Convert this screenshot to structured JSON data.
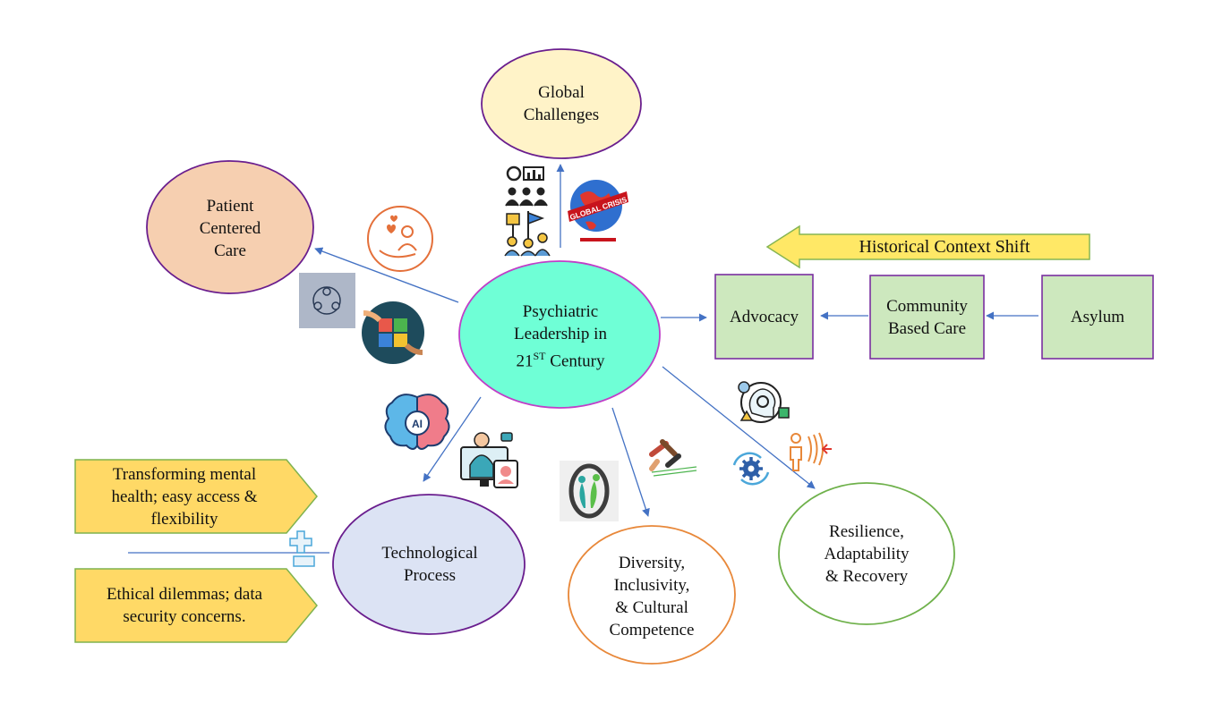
{
  "center": {
    "line1": "Psychiatric",
    "line2": "Leadership in",
    "line3_num": "21",
    "line3_sup": "ST",
    "line3_rest": " Century"
  },
  "nodes": {
    "global_challenges": {
      "line1": "Global",
      "line2": "Challenges"
    },
    "patient_centered_care": {
      "line1": "Patient",
      "line2": "Centered",
      "line3": "Care"
    },
    "technological_process": {
      "line1": "Technological",
      "line2": "Process"
    },
    "diversity": {
      "line1": "Diversity,",
      "line2": "Inclusivity,",
      "line3": "& Cultural",
      "line4": "Competence"
    },
    "resilience": {
      "line1": "Resilience,",
      "line2": "Adaptability",
      "line3": "& Recovery"
    }
  },
  "history": {
    "arrow_label": "Historical Context Shift",
    "advocacy": "Advocacy",
    "community_line1": "Community",
    "community_line2": "Based Care",
    "asylum": "Asylum"
  },
  "tech_notes": {
    "positive_line1": "Transforming mental",
    "positive_line2": "health; easy access &",
    "positive_line3": "flexibility",
    "negative_line1": "Ethical dilemmas; data",
    "negative_line2": "security concerns."
  },
  "badge_text": {
    "global_crisis": "GLOBAL CRISIS",
    "ai": "AI"
  },
  "colors": {
    "center_fill": "#6FFFD6",
    "center_stroke": "#C03FC8",
    "global_fill": "#FFF3C8",
    "patient_fill": "#F6CFB0",
    "tech_fill": "#DCE3F4",
    "diversity_stroke": "#E8883A",
    "resilience_stroke": "#6FB14B",
    "purple_stroke": "#6A1E8E",
    "history_box_fill": "#CDE8BE",
    "history_box_stroke": "#7A2FA0",
    "arrow_fill": "#FFE866",
    "arrow_stroke": "#86B553",
    "note_fill": "#FFD966",
    "note_stroke": "#7FB34F",
    "connector": "#4472C4"
  },
  "icons": [
    "people-heart-hand-icon",
    "group-circle-icon",
    "puzzle-hands-icon",
    "team-meeting-icon",
    "globe-crisis-icon",
    "protest-crowd-icon",
    "ai-brain-icon",
    "telehealth-doctor-icon",
    "tree-hands-icon",
    "diverse-hands-icon",
    "mind-gears-icon",
    "person-waves-icon",
    "gear-cycle-icon",
    "plus-icon",
    "minus-icon"
  ]
}
